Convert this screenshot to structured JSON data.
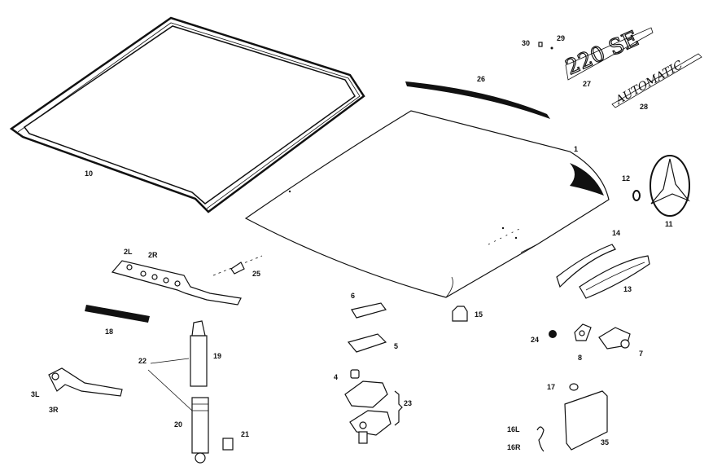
{
  "labels": {
    "l1": "1",
    "l2L": "2L",
    "l2R": "2R",
    "l3L": "3L",
    "l3R": "3R",
    "l4": "4",
    "l5": "5",
    "l6": "6",
    "l7": "7",
    "l8": "8",
    "l10": "10",
    "l11": "11",
    "l12": "12",
    "l13": "13",
    "l14": "14",
    "l15": "15",
    "l16L": "16L",
    "l16R": "16R",
    "l17": "17",
    "l18": "18",
    "l19": "19",
    "l20": "20",
    "l21": "21",
    "l22": "22",
    "l23": "23",
    "l24": "24",
    "l25": "25",
    "l26": "26",
    "l27": "27",
    "l28": "28",
    "l29": "29",
    "l30": "30",
    "l35": "35"
  },
  "emblems": {
    "model_badge": "220 SE",
    "transmission_badge": "AUTOMATIC"
  }
}
